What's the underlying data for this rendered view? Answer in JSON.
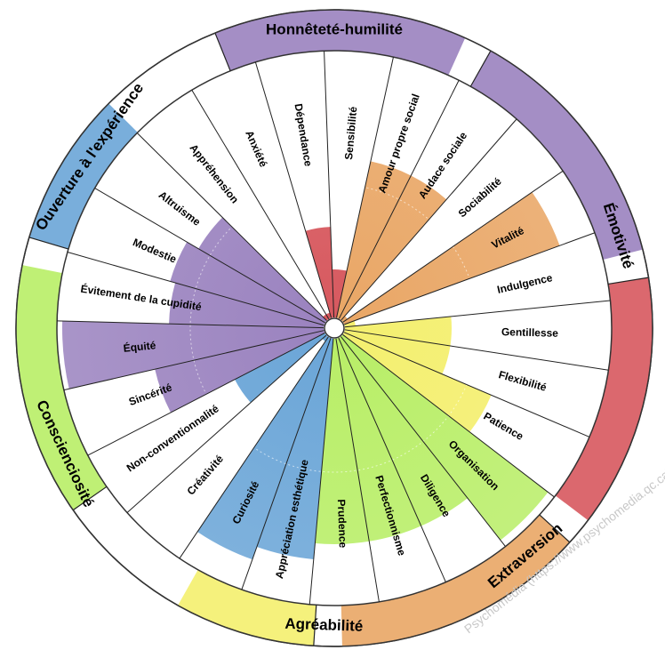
{
  "chart_data": {
    "type": "radial-bar",
    "title": "",
    "value_scale": "relative facet score, 0 = center, 1 = outer ring",
    "domains": [
      {
        "key": "H",
        "name": "Honnêteté-humilité",
        "color": "#9a82bf",
        "facets": [
          "Équité",
          "Évitement de la cupidité",
          "Modestie",
          "Altruisme",
          "Sincérité"
        ]
      },
      {
        "key": "E",
        "name": "Émotivité",
        "color": "#d7585e",
        "facets": [
          "Appréhension",
          "Anxiété",
          "Dépendance",
          "Sensibilité"
        ]
      },
      {
        "key": "X",
        "name": "Extraversion",
        "color": "#e9a665",
        "facets": [
          "Amour propre social",
          "Audace sociale",
          "Sociabilité",
          "Vitalité"
        ]
      },
      {
        "key": "A",
        "name": "Agréabilité",
        "color": "#f4ef6e",
        "facets": [
          "Indulgence",
          "Gentillesse",
          "Flexibilité",
          "Patience"
        ]
      },
      {
        "key": "C",
        "name": "Conscienciosité",
        "color": "#b8ee66",
        "facets": [
          "Organisation",
          "Diligence",
          "Perfectionnisme",
          "Prudence"
        ]
      },
      {
        "key": "O",
        "name": "Ouverture à l'expérience",
        "color": "#6aa5d7",
        "facets": [
          "Appréciation esthétique",
          "Curiosité",
          "Créativité",
          "Non-conventionnalité"
        ]
      }
    ],
    "facets": [
      {
        "label": "Évitement de la cupidité",
        "domain": "H",
        "value": 0.58
      },
      {
        "label": "Modestie",
        "domain": "H",
        "value": 0.6
      },
      {
        "label": "Altruisme",
        "domain": "H",
        "value": 0.55
      },
      {
        "label": "Appréhension",
        "domain": "E",
        "value": 0.02
      },
      {
        "label": "Anxiété",
        "domain": "E",
        "value": 0.02
      },
      {
        "label": "Dépendance",
        "domain": "E",
        "value": 0.34
      },
      {
        "label": "Sensibilité",
        "domain": "E",
        "value": 0.18
      },
      {
        "label": "Amour propre social",
        "domain": "X",
        "value": 0.6
      },
      {
        "label": "Audace sociale",
        "domain": "X",
        "value": 0.6
      },
      {
        "label": "Sociabilité",
        "domain": "X",
        "value": 0.02
      },
      {
        "label": "Vitalité",
        "domain": "X",
        "value": 0.86
      },
      {
        "label": "Indulgence",
        "domain": "A",
        "value": 0.04
      },
      {
        "label": "Gentillesse",
        "domain": "A",
        "value": 0.4
      },
      {
        "label": "Flexibilité",
        "domain": "A",
        "value": 0.4
      },
      {
        "label": "Patience",
        "domain": "A",
        "value": 0.6
      },
      {
        "label": "Organisation",
        "domain": "C",
        "value": 0.97
      },
      {
        "label": "Diligence",
        "domain": "C",
        "value": 0.77
      },
      {
        "label": "Perfectionnisme",
        "domain": "C",
        "value": 0.77
      },
      {
        "label": "Prudence",
        "domain": "C",
        "value": 0.77
      },
      {
        "label": "Appréciation esthétique",
        "domain": "O",
        "value": 0.83
      },
      {
        "label": "Curiosité",
        "domain": "O",
        "value": 0.88
      },
      {
        "label": "Créativité",
        "domain": "O",
        "value": 0.02
      },
      {
        "label": "Non-conventionnalité",
        "domain": "O",
        "value": 0.38
      },
      {
        "label": "Sincérité",
        "domain": "H",
        "value": 0.65
      },
      {
        "label": "Équité",
        "domain": "H",
        "value": 0.98
      }
    ],
    "domain_ring": [
      {
        "domain": "H",
        "value": 0.9
      },
      {
        "domain": "H",
        "value": 0.9
      },
      {
        "domain": "E",
        "value": 0.9
      },
      {
        "domain": "X",
        "value": 0.9
      },
      {
        "domain": "A",
        "value": 0.5
      },
      {
        "domain": "C",
        "value": 0.9
      },
      {
        "domain": "O",
        "value": 0.55
      }
    ],
    "credit": "Psychomédia (https://www.psychomedia.qc.ca)"
  }
}
